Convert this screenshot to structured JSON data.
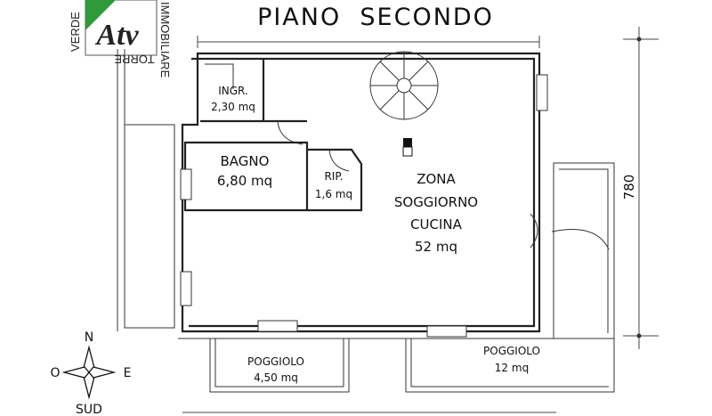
{
  "title": "PIANO  SECONDO",
  "logo": {
    "left_text": "VERDE",
    "right_text": "IMMOBILIARE",
    "bottom_text": "TORRE",
    "brand_color": "#2e9a3a"
  },
  "rooms": {
    "ingresso": {
      "name": "INGR.",
      "area": "2,30 mq"
    },
    "bagno": {
      "name": "BAGNO",
      "area": "6,80 mq"
    },
    "ripostiglio": {
      "name": "RIP.",
      "area": "1,6 mq"
    },
    "zona": {
      "line1": "ZONA",
      "line2": "SOGGIORNO",
      "line3": "CUCINA",
      "area": "52 mq"
    },
    "poggiolo_left": {
      "name": "POGGIOLO",
      "area": "4,50 mq"
    },
    "poggiolo_right": {
      "name": "POGGIOLO",
      "area": "12 mq"
    }
  },
  "dimensions": {
    "vertical": "780"
  },
  "compass": {
    "north": "N",
    "west": "O",
    "east": "E",
    "south": "SUD"
  }
}
